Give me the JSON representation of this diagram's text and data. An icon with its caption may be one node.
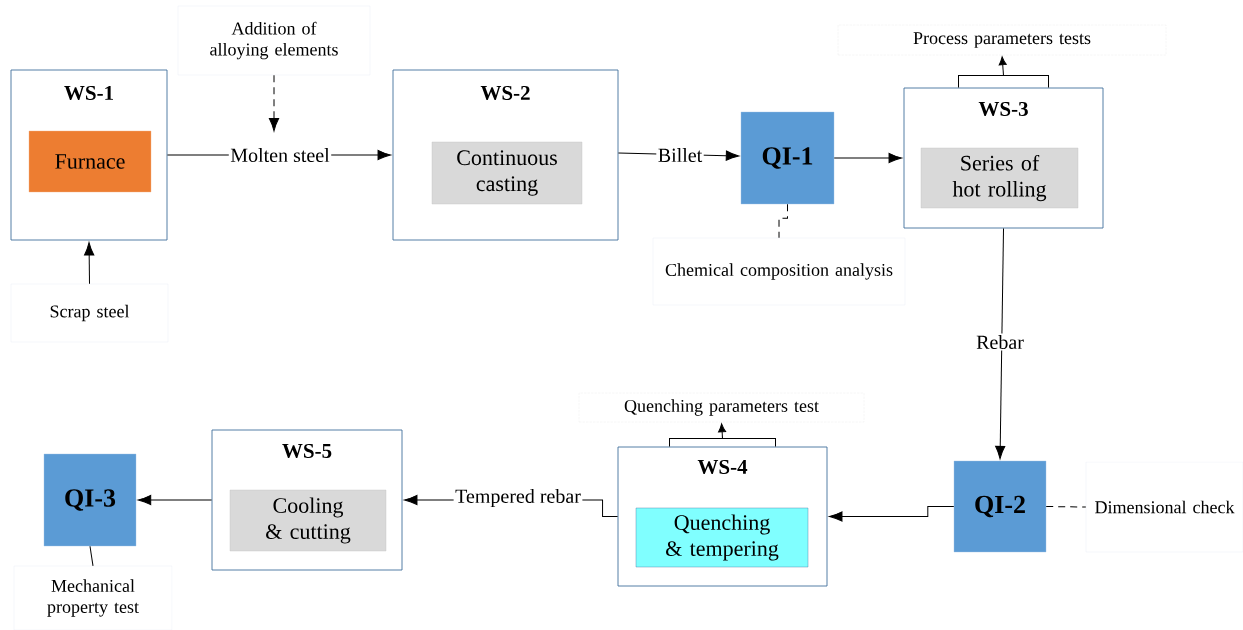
{
  "diagram": {
    "nodes": [
      {
        "text": [
          "WS-1"
        ]
      },
      {
        "text": [
          "Furnace"
        ],
        "in": 0
      },
      {
        "text": [
          "Addition of alloying elements"
        ]
      },
      {
        "text": [
          "Scrap steel"
        ]
      },
      {
        "text": [
          "WS-2"
        ]
      },
      {
        "text": [
          "Continuous casting"
        ],
        "in": 4
      },
      {
        "text": [
          "QI-1"
        ]
      },
      {
        "text": [
          "Chemical composition analysis"
        ]
      },
      {
        "text": [
          "Process parameters tests"
        ]
      },
      {
        "text": [
          "WS-3"
        ]
      },
      {
        "text": [
          "Series of hot rolling"
        ],
        "in": 9
      },
      {
        "text": [
          "QI-2"
        ]
      },
      {
        "text": [
          "Dimensional check"
        ]
      },
      {
        "text": [
          "Quenching parameters test"
        ]
      },
      {
        "text": [
          "WS-4"
        ]
      },
      {
        "text": [
          "Quenching & tempering"
        ],
        "in": 14
      },
      {
        "text": [
          "WS-5"
        ]
      },
      {
        "text": [
          "Cooling & cutting"
        ],
        "in": 16
      },
      {
        "text": [
          "QI-3"
        ]
      },
      {
        "text": [
          "Mechanical property test"
        ]
      }
    ],
    "edges": [
      {
        "from": 0,
        "to": 4,
        "arrow": "to",
        "label": "Molten steel"
      },
      {
        "from": 2,
        "to": null,
        "arrow": "to",
        "style": "dashed"
      },
      {
        "from": 3,
        "to": 0,
        "arrow": "to"
      },
      {
        "from": 4,
        "to": 6,
        "arrow": "to",
        "label": "Billet"
      },
      {
        "from": 6,
        "to": 7,
        "arrow": "none",
        "style": "dashed"
      },
      {
        "from": 6,
        "to": 9,
        "arrow": "to"
      },
      {
        "from": 9,
        "to": 8,
        "arrow": "to"
      },
      {
        "from": 9,
        "to": 11,
        "arrow": "to",
        "label": "Rebar"
      },
      {
        "from": 11,
        "to": 12,
        "arrow": "none",
        "style": "dashed"
      },
      {
        "from": 11,
        "to": 14,
        "arrow": "to"
      },
      {
        "from": 14,
        "to": 13,
        "arrow": "to"
      },
      {
        "from": 14,
        "to": 16,
        "arrow": "to",
        "label": "Tempered rebar"
      },
      {
        "from": 16,
        "to": 18,
        "arrow": "to"
      },
      {
        "from": 18,
        "to": 19,
        "arrow": "none"
      }
    ]
  }
}
